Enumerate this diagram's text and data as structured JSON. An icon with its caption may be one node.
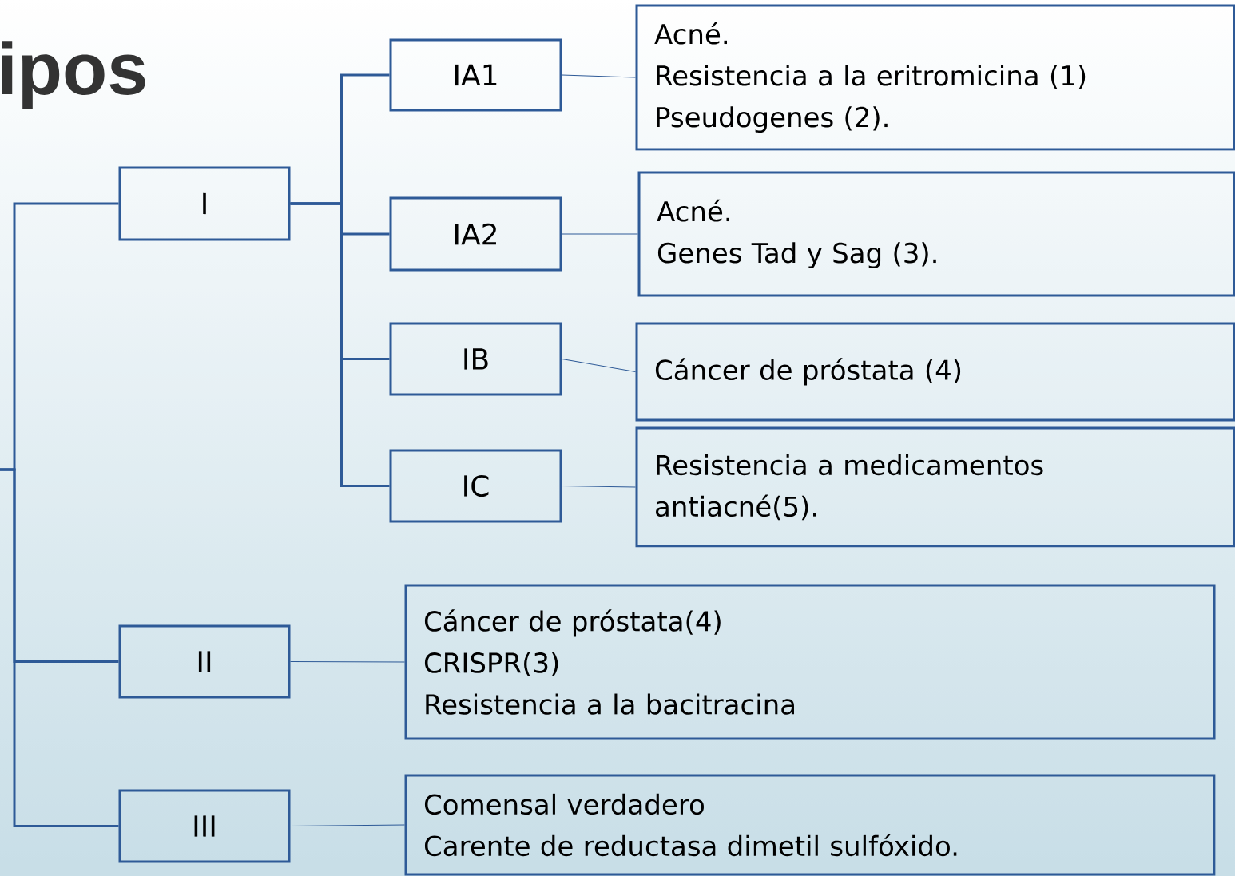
{
  "diagram": {
    "title": "ipos",
    "nodes": [
      {
        "text": [
          "I"
        ]
      },
      {
        "text": [
          "IA1"
        ]
      },
      {
        "text": [
          "IA2"
        ]
      },
      {
        "text": [
          "IB"
        ]
      },
      {
        "text": [
          "IC"
        ]
      },
      {
        "text": [
          "II"
        ]
      },
      {
        "text": [
          "III"
        ]
      },
      {
        "text": [
          "Acné.",
          "Resistencia a la eritromicina (1)",
          "Pseudogenes (2)."
        ]
      },
      {
        "text": [
          "Acné.",
          "Genes Tad y Sag (3)."
        ]
      },
      {
        "text": [
          "Cáncer de próstata (4)"
        ]
      },
      {
        "text": [
          "Resistencia a medicamentos antiacné(5)."
        ]
      },
      {
        "text": [
          "Cáncer de próstata(4)",
          "CRISPR(3)",
          "Resistencia a la bacitracina"
        ]
      },
      {
        "text": [
          "Comensal verdadero",
          "Carente de reductasa dimetil sulfóxido."
        ]
      }
    ],
    "edges": [
      {
        "from": null,
        "to": 0,
        "arrow": "none"
      },
      {
        "from": null,
        "to": 5,
        "arrow": "none"
      },
      {
        "from": null,
        "to": 6,
        "arrow": "none"
      },
      {
        "from": 0,
        "to": 1,
        "arrow": "none"
      },
      {
        "from": 0,
        "to": 2,
        "arrow": "none"
      },
      {
        "from": 0,
        "to": 3,
        "arrow": "none"
      },
      {
        "from": 0,
        "to": 4,
        "arrow": "none"
      },
      {
        "from": 1,
        "to": 7,
        "arrow": "none"
      },
      {
        "from": 2,
        "to": 8,
        "arrow": "none"
      },
      {
        "from": 3,
        "to": 9,
        "arrow": "none"
      },
      {
        "from": 4,
        "to": 10,
        "arrow": "none"
      },
      {
        "from": 5,
        "to": 11,
        "arrow": "none"
      },
      {
        "from": 6,
        "to": 12,
        "arrow": "none"
      }
    ]
  }
}
